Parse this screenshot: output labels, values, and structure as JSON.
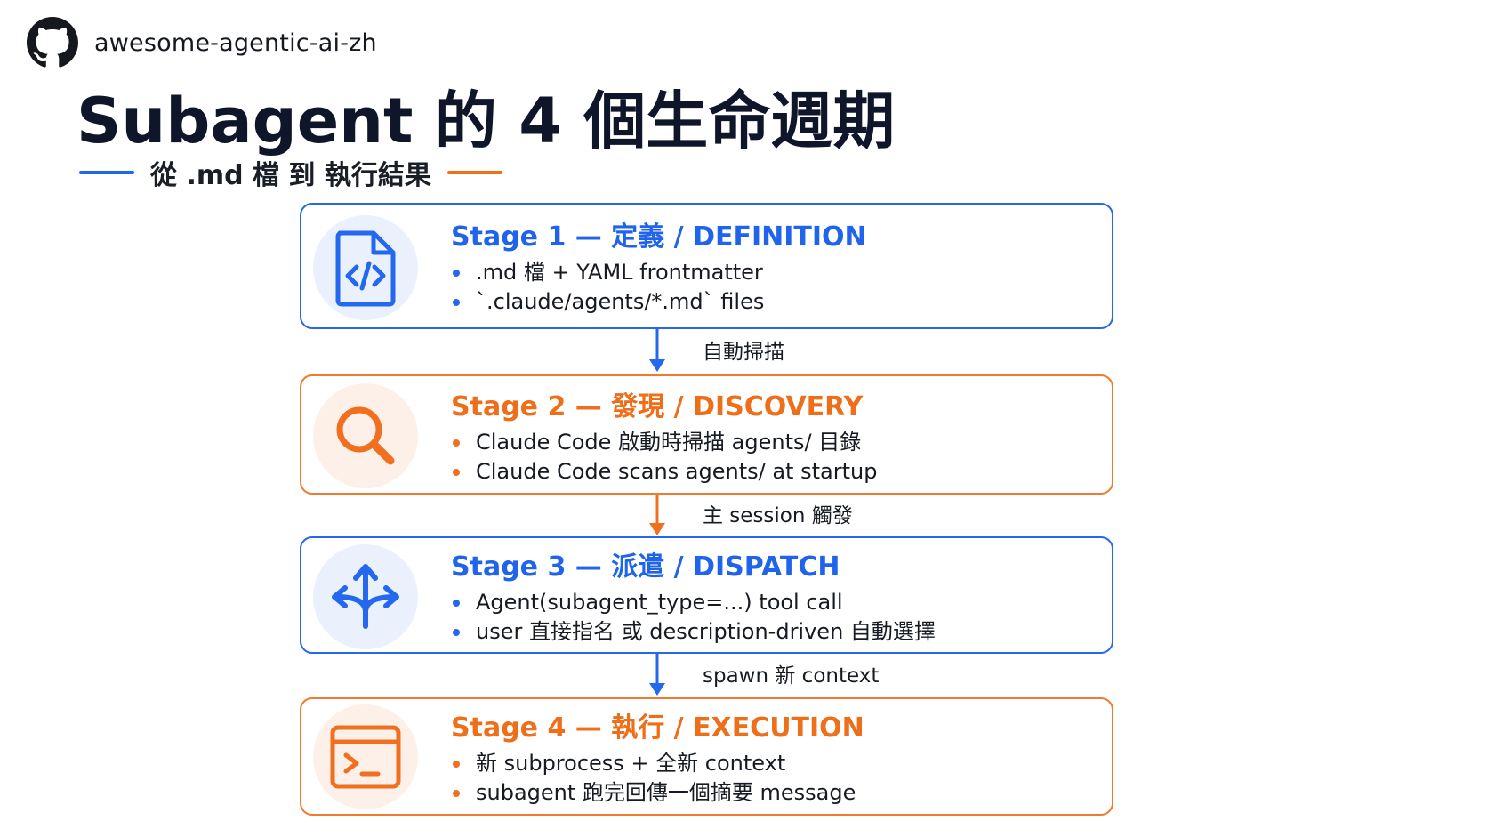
{
  "brand": {
    "name": "awesome-agentic-ai-zh",
    "icon": "github-icon"
  },
  "title": "Subagent 的 4 個生命週期",
  "subtitle": "從 .md 檔 到 執行結果",
  "colors": {
    "blue": "#1f64ea",
    "orange": "#ee6e1a",
    "title": "#0f1629"
  },
  "stages": [
    {
      "title": "Stage 1 — 定義 / DEFINITION",
      "icon": "code-file-icon",
      "color": "blue",
      "bullets": [
        ".md 檔 + YAML frontmatter",
        "`.claude/agents/*.md` files"
      ]
    },
    {
      "title": "Stage 2 — 發現 / DISCOVERY",
      "icon": "search-icon",
      "color": "orange",
      "bullets": [
        "Claude Code 啟動時掃描 agents/ 目錄",
        "Claude Code scans agents/ at startup"
      ]
    },
    {
      "title": "Stage 3 — 派遣 / DISPATCH",
      "icon": "split-arrows-icon",
      "color": "blue",
      "bullets": [
        "Agent(subagent_type=...) tool call",
        "user 直接指名 或 description-driven 自動選擇"
      ]
    },
    {
      "title": "Stage 4 — 執行 / EXECUTION",
      "icon": "terminal-icon",
      "color": "orange",
      "bullets": [
        "新 subprocess + 全新 context",
        "subagent 跑完回傳一個摘要 message"
      ]
    }
  ],
  "connectors": [
    {
      "label": "自動掃描",
      "color": "blue"
    },
    {
      "label": "主 session 觸發",
      "color": "orange"
    },
    {
      "label": "spawn 新 context",
      "color": "blue"
    }
  ]
}
